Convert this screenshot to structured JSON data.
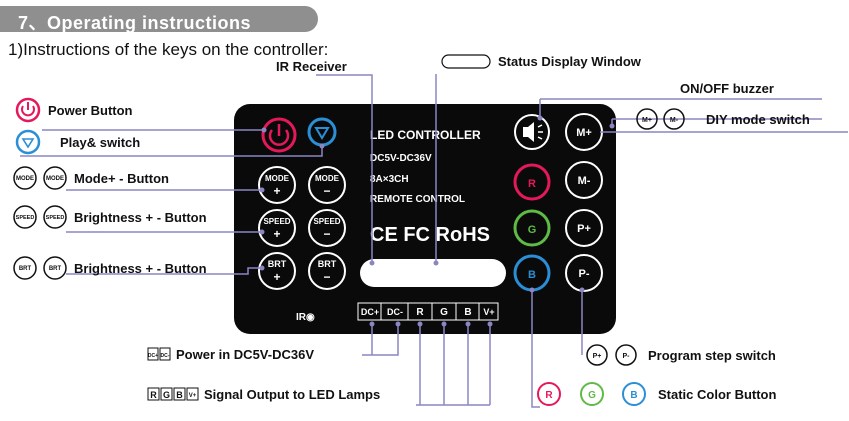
{
  "header": {
    "title": "7、Operating instructions"
  },
  "subtitle": "1)Instructions of the keys on the controller:",
  "device": {
    "line1": "LED CONTROLLER",
    "line2": "DC5V-DC36V",
    "line3": "8A×3CH",
    "line4": "REMOTE CONTROL",
    "cert": "CE FC RoHS",
    "ir": "IR◉"
  },
  "keys": {
    "mode": "MODE",
    "speed": "SPEED",
    "brt": "BRT",
    "plus": "+",
    "minus": "−",
    "mplus": "M+",
    "mminus": "M-",
    "r": "R",
    "g": "G",
    "b": "B",
    "pplus": "P+",
    "pminus": "P-"
  },
  "terminals": [
    "DC+",
    "DC-",
    "R",
    "G",
    "B",
    "V+"
  ],
  "labels": {
    "ir_receiver": "IR Receiver",
    "status_window": "Status Display Window",
    "power_button": "Power Button",
    "play_switch": "Play& switch",
    "mode_button": "Mode+ - Button",
    "speed_button": "Brightness + - Button",
    "brt_button": "Brightness + - Button",
    "buzzer": "ON/OFF buzzer",
    "diy": "DIY mode switch",
    "power_in": "Power in DC5V-DC36V",
    "signal_out": "Signal Output to LED Lamps",
    "program_step": "Program step switch",
    "static_color": "Static Color Button"
  },
  "icon_text": {
    "mode": "MODE",
    "speed": "SPEED",
    "brt": "BRT",
    "mplus": "M+",
    "mminus": "M-",
    "pplus": "P+",
    "pminus": "P-",
    "dcplus": "DC+",
    "dcminus": "DC-",
    "r": "R",
    "g": "G",
    "b": "B",
    "vplus": "V+"
  },
  "colors": {
    "line": "#8a86c4",
    "red": "#e5195a",
    "green": "#5fba46",
    "blue": "#2a8fd6",
    "power": "#e5195a",
    "play": "#2a8fd6"
  }
}
